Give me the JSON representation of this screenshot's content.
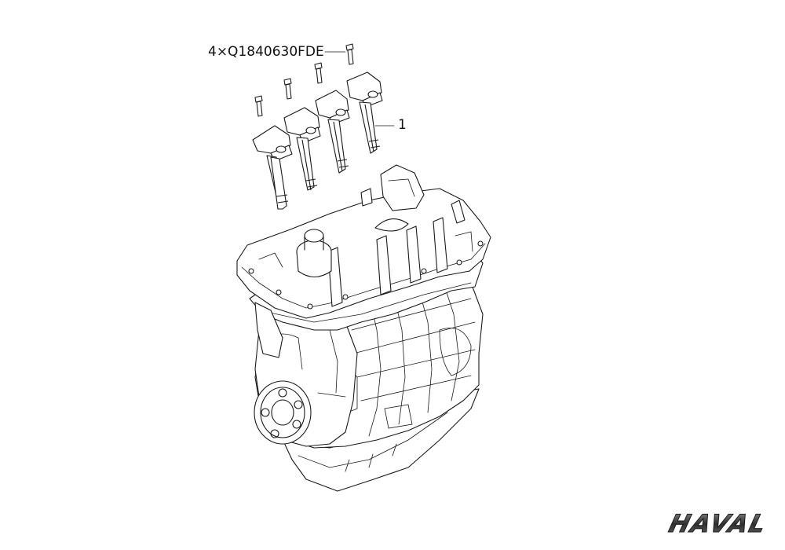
{
  "diagram": {
    "callouts": {
      "bolts": "4×Q1840630FDE",
      "coil": "1"
    },
    "logo_text": "HAVAL",
    "colors": {
      "line": "#1a1a1a",
      "background": "#ffffff",
      "logo": "#3a3a3a"
    }
  }
}
